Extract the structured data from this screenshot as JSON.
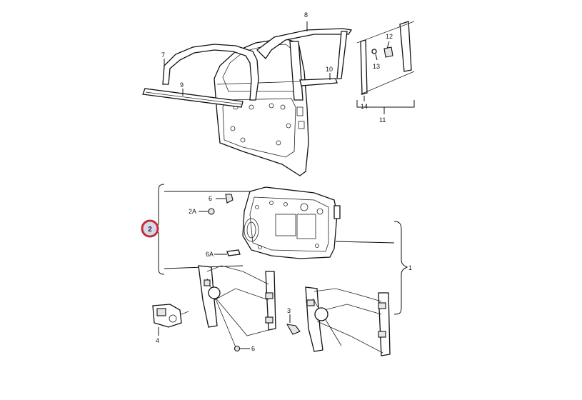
{
  "callouts": {
    "c1": "1",
    "c2": "2",
    "c2a": "2A",
    "c3": "3",
    "c4": "4",
    "c6a": "6",
    "c6b": "6",
    "c6c": "6A",
    "c7": "7",
    "c8": "8",
    "c9": "9",
    "c10": "10",
    "c11": "11",
    "c12": "12",
    "c13": "13",
    "c14": "14"
  },
  "colors": {
    "hotspot_ring": "#c0303a",
    "hotspot_fill": "#d9d9e6",
    "line": "#111111"
  }
}
